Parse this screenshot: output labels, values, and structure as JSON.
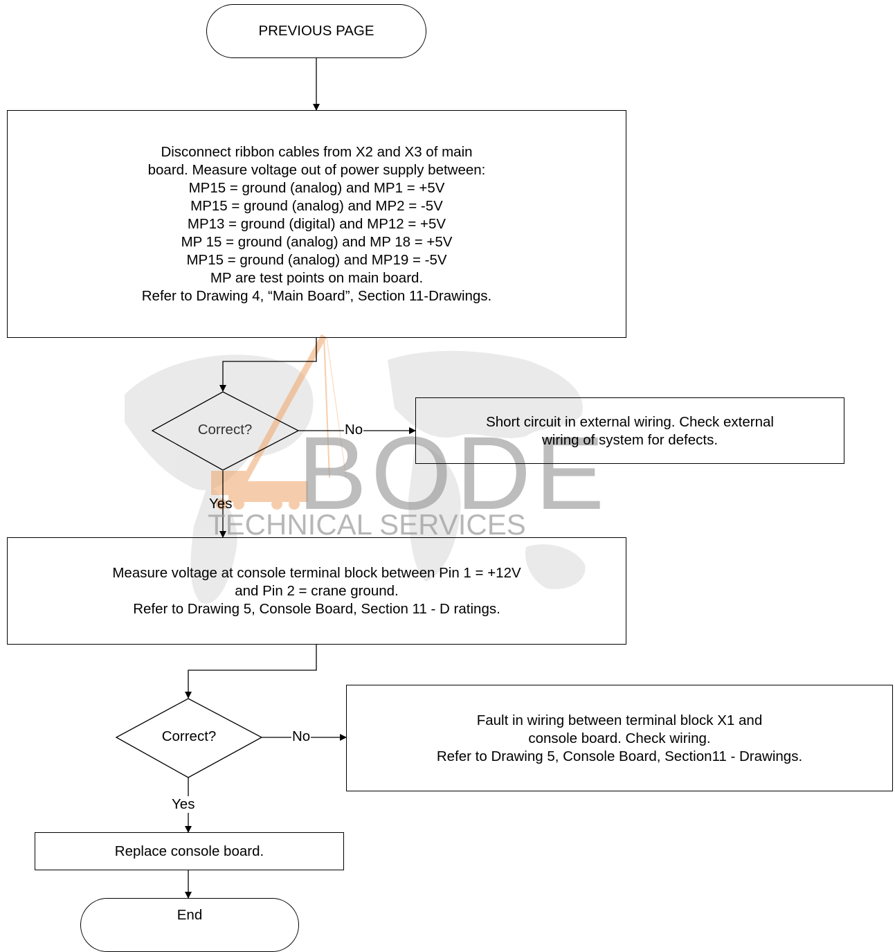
{
  "watermark": {
    "brand": "BODE",
    "tagline": "TECHNICAL SERVICES",
    "color": "#9a9a9a",
    "crane_color": "#f0a66a",
    "map_color": "#d8d8d8"
  },
  "nodes": {
    "start": "PREVIOUS PAGE",
    "step1": "Disconnect ribbon cables from X2 and X3 of  main\nboard.  Measure voltage out of power supply between:\nMP15 = ground (analog) and MP1 = +5V\nMP15 = ground (analog) and MP2 = -5V\nMP13 = ground (digital) and MP12 = +5V\nMP 15 = ground (analog) and MP 18 = +5V\nMP15 = ground (analog) and MP19 = -5V\nMP are test points on main board.\nRefer to Drawing 4, “Main Board”, Section 11-Drawings.",
    "decision1": "Correct?",
    "fault1": "Short circuit in external wiring.  Check external\nwiring of system for defects.",
    "step2": "Measure voltage at console terminal block between Pin 1 = +12V\nand Pin 2 = crane ground.\nRefer to Drawing 5, Console Board, Section 11 - D ratings.",
    "decision2": "Correct?",
    "fault2": "Fault in wiring between terminal block X1 and\nconsole board.  Check wiring.\nRefer to Drawing 5, Console Board,  Section11 - Drawings.",
    "step3": "Replace console board.",
    "end": "End"
  },
  "edges": {
    "d1_no": "No",
    "d1_yes": "Yes",
    "d2_no": "No",
    "d2_yes": "Yes"
  }
}
